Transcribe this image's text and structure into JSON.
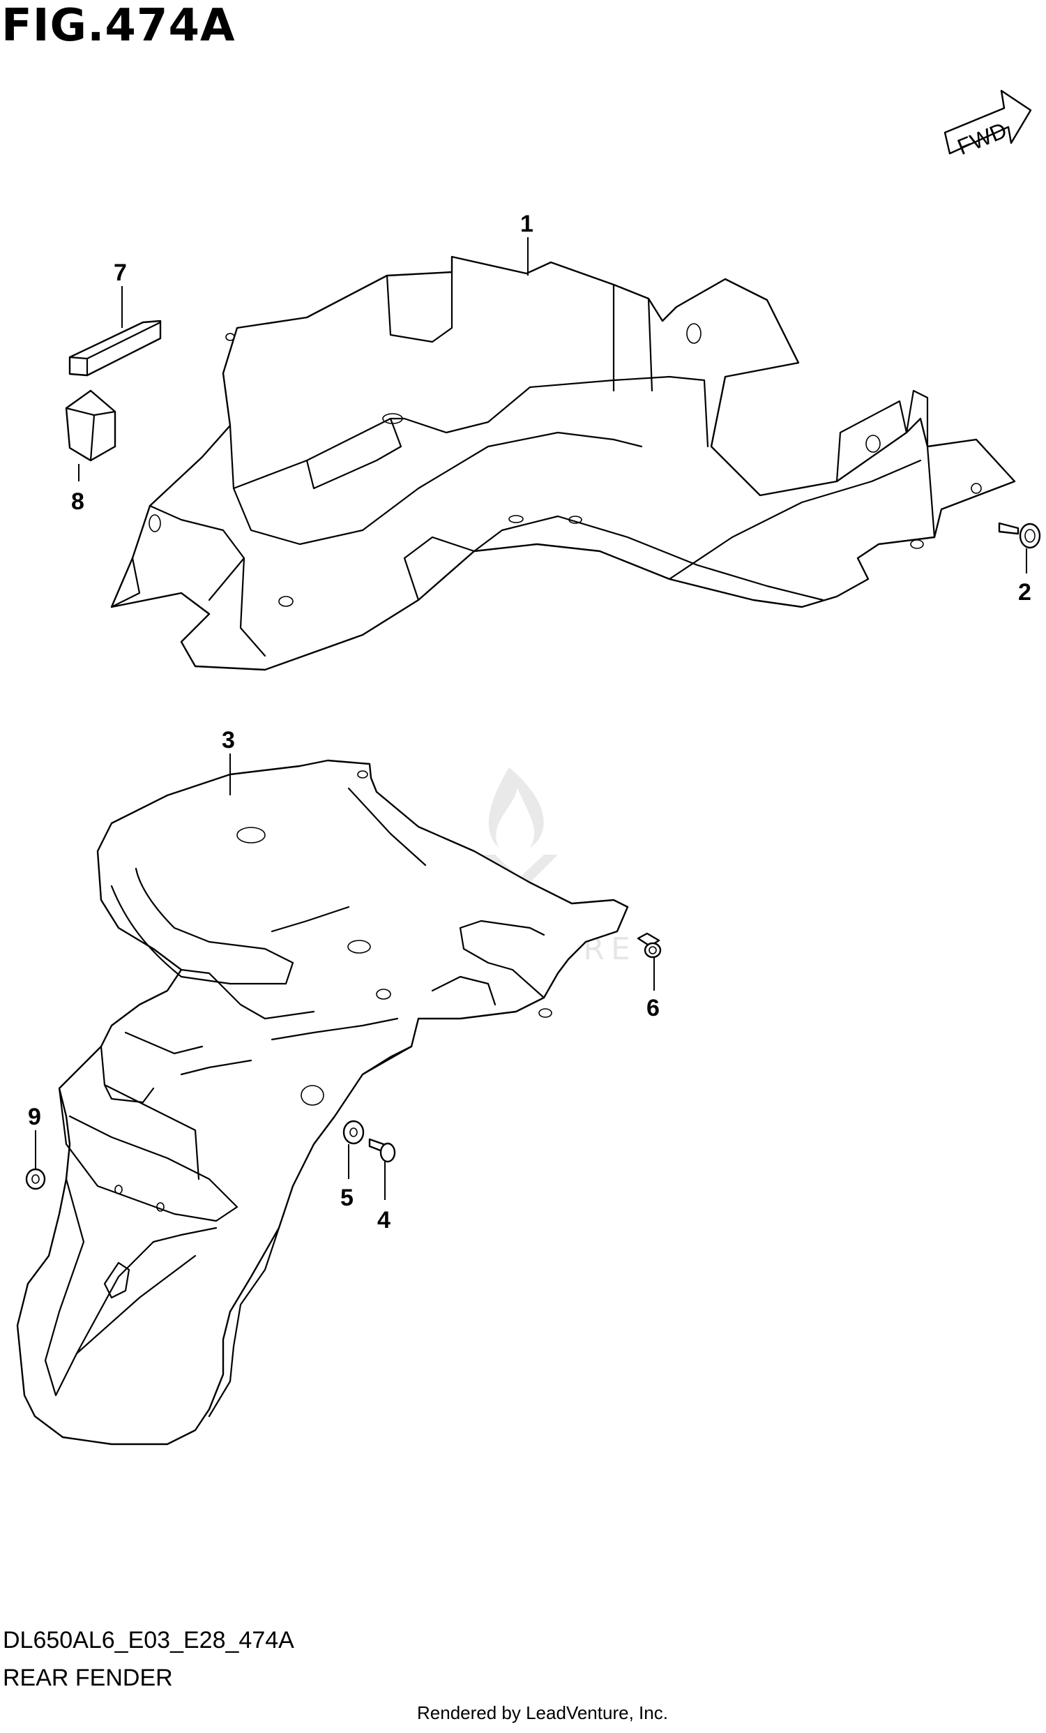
{
  "figure": {
    "title": "FIG.474A",
    "fwd_label": "FWD",
    "diagram_code": "DL650AL6_E03_E28_474A",
    "section_name": "REAR FENDER",
    "render_note": "Rendered by LeadVenture, Inc.",
    "watermark": "LEADVENTURE"
  },
  "callouts": [
    {
      "number": "1",
      "part": "rear-fender-box"
    },
    {
      "number": "2",
      "part": "bolt"
    },
    {
      "number": "3",
      "part": "rear-fender"
    },
    {
      "number": "4",
      "part": "screw"
    },
    {
      "number": "5",
      "part": "washer"
    },
    {
      "number": "6",
      "part": "clip"
    },
    {
      "number": "7",
      "part": "cushion-strip"
    },
    {
      "number": "8",
      "part": "cushion-block"
    },
    {
      "number": "9",
      "part": "nut"
    }
  ]
}
